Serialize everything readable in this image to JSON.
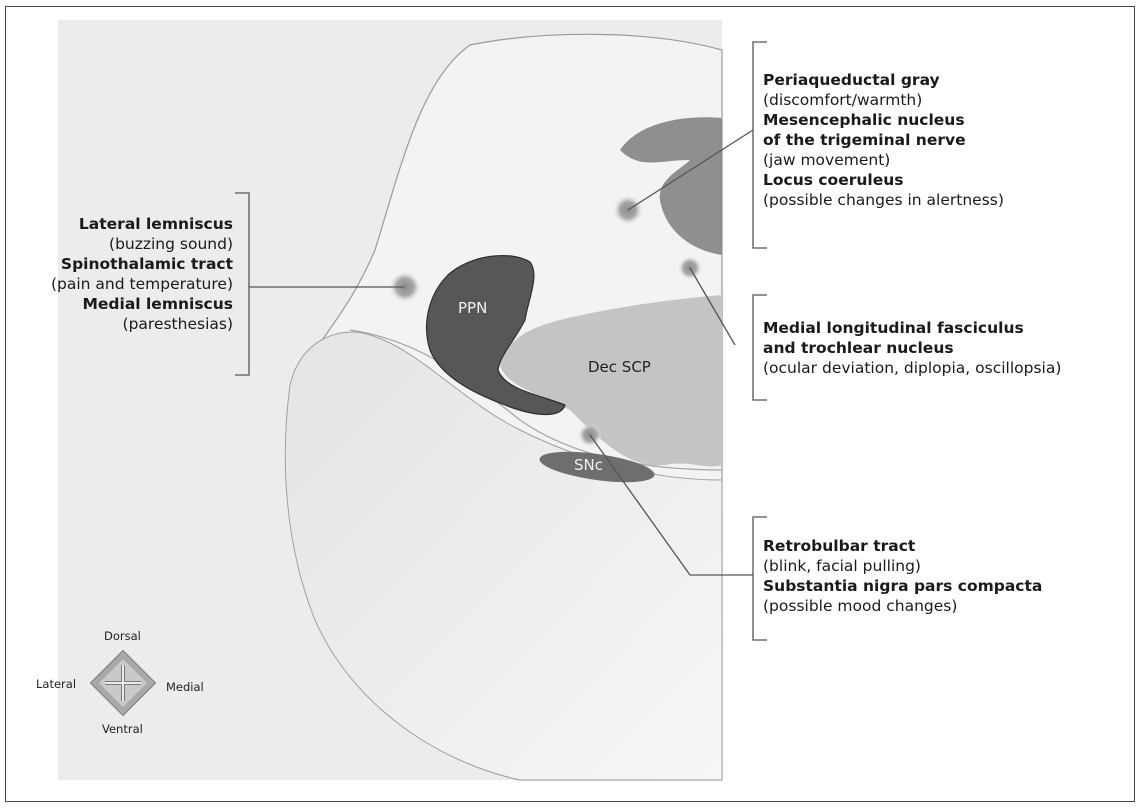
{
  "groups": {
    "left": [
      {
        "title": "Lateral lemniscus",
        "desc": "(buzzing sound)"
      },
      {
        "title": "Spinothalamic tract",
        "desc": "(pain and temperature)"
      },
      {
        "title": "Medial lemniscus",
        "desc": "(paresthesias)"
      }
    ],
    "top_right": [
      {
        "title": "Periaqueductal gray",
        "desc": "(discomfort/warmth)"
      },
      {
        "title": "Mesencephalic nucleus",
        "title2": "of the trigeminal nerve",
        "desc": "(jaw movement)"
      },
      {
        "title": "Locus coeruleus",
        "desc": "(possible changes in alertness)"
      }
    ],
    "mid_right": [
      {
        "title": "Medial longitudinal fasciculus",
        "title2": "and trochlear nucleus",
        "desc": "(ocular deviation, diplopia, oscillopsia)"
      }
    ],
    "bottom_right": [
      {
        "title": "Retrobulbar tract",
        "desc": "(blink, facial pulling)"
      },
      {
        "title": "Substantia nigra pars compacta",
        "desc": "(possible mood changes)"
      }
    ]
  },
  "regions": {
    "ppn": "PPN",
    "dec_scp": "Dec SCP",
    "snc": "SNc"
  },
  "compass": {
    "dorsal": "Dorsal",
    "ventral": "Ventral",
    "lateral": "Lateral",
    "medial": "Medial"
  },
  "colors": {
    "background_tissue": "#ececec",
    "brainstem": "#f4f4f4",
    "ppn": "#5a5a5a",
    "dec_scp": "#c4c4c4",
    "gray_matter": "#8f8f8f"
  }
}
